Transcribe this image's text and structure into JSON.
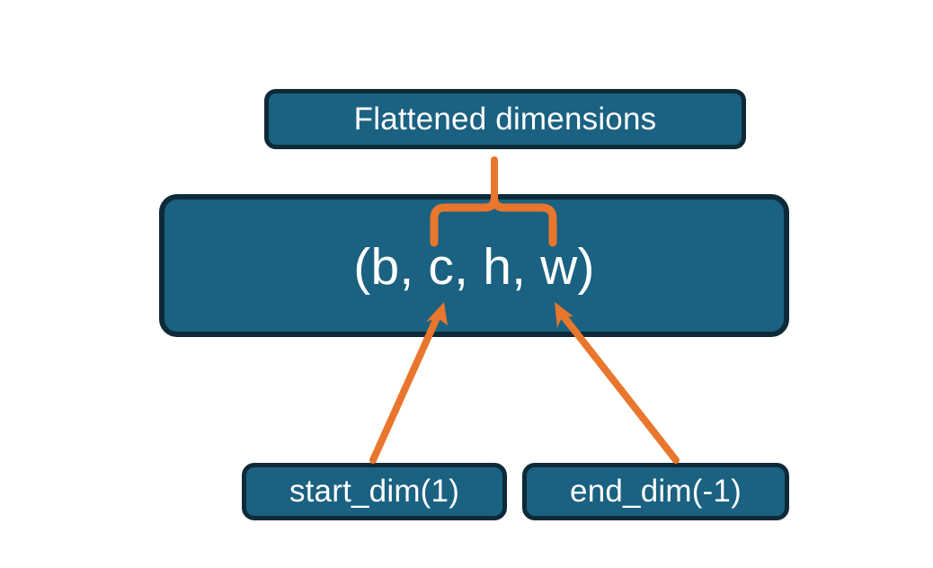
{
  "diagram": {
    "title_node": {
      "label": "Flattened dimensions",
      "name": "flattened-dimensions-box"
    },
    "shape_node": {
      "label": "(b, c, h, w)",
      "name": "tensor-shape-box"
    },
    "argument_nodes": [
      {
        "label": "start_dim(1)",
        "name": "start-dim-box"
      },
      {
        "label": "end_dim(-1)",
        "name": "end-dim-box"
      }
    ],
    "connectors": [
      {
        "name": "brace-to-flattened-dimensions",
        "type": "curly-brace",
        "spans": [
          "c",
          "h",
          "w"
        ],
        "points_to": "Flattened dimensions"
      },
      {
        "name": "arrow-start-dim-to-shape",
        "type": "arrow",
        "from": "start_dim(1)",
        "to": "c"
      },
      {
        "name": "arrow-end-dim-to-shape",
        "type": "arrow",
        "from": "end_dim(-1)",
        "to": "w"
      }
    ],
    "colors": {
      "box_fill": "#1b6181",
      "box_border": "#0e2a38",
      "box_text": "#ffffff",
      "accent_orange": "#e8762c",
      "background": "#ffffff"
    }
  }
}
